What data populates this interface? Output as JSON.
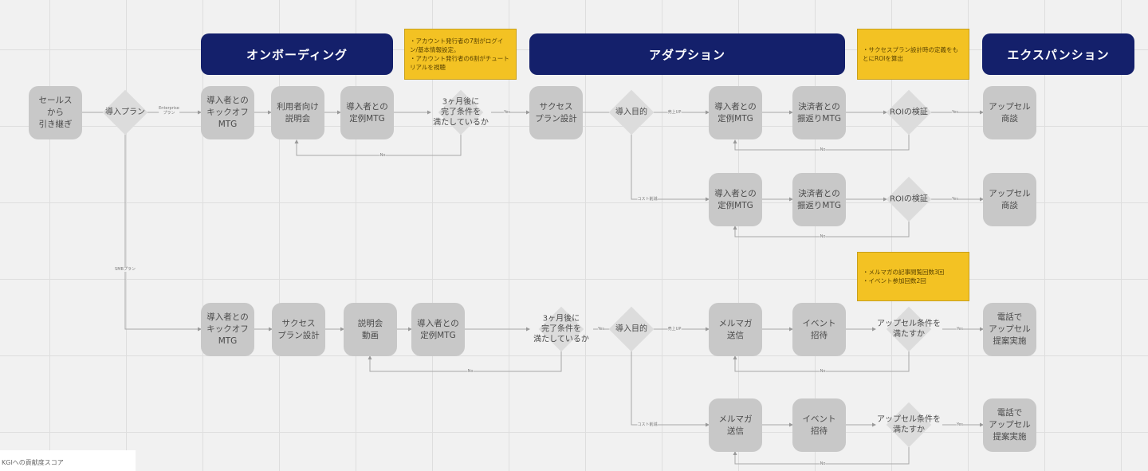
{
  "phases": [
    {
      "id": "onboarding",
      "label": "オンボーディング"
    },
    {
      "id": "adoption",
      "label": "アダプション"
    },
    {
      "id": "expansion",
      "label": "エクスパンション"
    }
  ],
  "notes": [
    {
      "id": "note1",
      "text": "・アカウント発行者の7割がログイン/基本情報設定。\n・アカウント発行者の6割がチュートリアルを視聴"
    },
    {
      "id": "note2",
      "text": "・サクセスプラン設計時の定義をもとにROIを算出"
    },
    {
      "id": "note3",
      "text": "・メルマガの記事閲覧回数3回\n・イベント参加回数2回"
    }
  ],
  "nodes": [
    {
      "id": "n_handover",
      "label": "セールス\nから\n引き継ぎ"
    },
    {
      "id": "d_plan",
      "label": "導入プラン",
      "type": "decision"
    },
    {
      "id": "n_r1_kickoff",
      "label": "導入者との\nキックオフ\nMTG"
    },
    {
      "id": "n_r1_briefing",
      "label": "利用者向け\n説明会"
    },
    {
      "id": "n_r1_regular",
      "label": "導入者との\n定例MTG"
    },
    {
      "id": "d_r1_3month",
      "label": "3ヶ月後に\n完了条件を\n満たしているか",
      "type": "decision"
    },
    {
      "id": "n_r1_successplan",
      "label": "サクセス\nプラン設計"
    },
    {
      "id": "d_r1_purpose",
      "label": "導入目的",
      "type": "decision"
    },
    {
      "id": "n_r1a_regular",
      "label": "導入者との\n定例MTG"
    },
    {
      "id": "n_r1a_review",
      "label": "決済者との\n振返りMTG"
    },
    {
      "id": "d_r1a_roi",
      "label": "ROIの検証",
      "type": "decision"
    },
    {
      "id": "n_r1a_upsell",
      "label": "アップセル\n商談"
    },
    {
      "id": "n_r2_regular",
      "label": "導入者との\n定例MTG"
    },
    {
      "id": "n_r2_review",
      "label": "決済者との\n振返りMTG"
    },
    {
      "id": "d_r2_roi",
      "label": "ROIの検証",
      "type": "decision"
    },
    {
      "id": "n_r2_upsell",
      "label": "アップセル\n商談"
    },
    {
      "id": "n_r3_kickoff",
      "label": "導入者との\nキックオフ\nMTG"
    },
    {
      "id": "n_r3_successplan",
      "label": "サクセス\nプラン設計"
    },
    {
      "id": "n_r3_video",
      "label": "説明会\n動画"
    },
    {
      "id": "n_r3_regular",
      "label": "導入者との\n定例MTG"
    },
    {
      "id": "d_r3_3month",
      "label": "3ヶ月後に\n完了条件を\n満たしているか",
      "type": "decision"
    },
    {
      "id": "d_r3_purpose",
      "label": "導入目的",
      "type": "decision"
    },
    {
      "id": "n_r3_mail",
      "label": "メルマガ\n送信"
    },
    {
      "id": "n_r3_event",
      "label": "イベント\n招待"
    },
    {
      "id": "d_r3_upsell",
      "label": "アップセル条件を\n満たすか",
      "type": "decision"
    },
    {
      "id": "n_r3_call",
      "label": "電話で\nアップセル\n提案実施"
    },
    {
      "id": "n_r4_mail",
      "label": "メルマガ\n送信"
    },
    {
      "id": "n_r4_event",
      "label": "イベント\n招待"
    },
    {
      "id": "d_r4_upsell",
      "label": "アップセル条件を\n満たすか",
      "type": "decision"
    },
    {
      "id": "n_r4_call",
      "label": "電話で\nアップセル\n提案実施"
    }
  ],
  "edge_labels": [
    {
      "id": "el_enterprise",
      "text": "Enterprise\nプラン"
    },
    {
      "id": "el_smb",
      "text": "SMBプラン"
    },
    {
      "id": "el_r1_yes",
      "text": "Yes"
    },
    {
      "id": "el_r1_no",
      "text": "No"
    },
    {
      "id": "el_r1_sales",
      "text": "売上UP"
    },
    {
      "id": "el_r1_cost",
      "text": "コスト削減"
    },
    {
      "id": "el_r1a_yes",
      "text": "Yes"
    },
    {
      "id": "el_r1a_no",
      "text": "No"
    },
    {
      "id": "el_r2_yes",
      "text": "Yes"
    },
    {
      "id": "el_r2_no",
      "text": "No"
    },
    {
      "id": "el_r3_yes",
      "text": "Yes"
    },
    {
      "id": "el_r3_no",
      "text": "No"
    },
    {
      "id": "el_r3_sales",
      "text": "売上UP"
    },
    {
      "id": "el_r3_cost",
      "text": "コスト削減"
    },
    {
      "id": "el_r3u_yes",
      "text": "Yes"
    },
    {
      "id": "el_r3u_no",
      "text": "No"
    },
    {
      "id": "el_r4u_yes",
      "text": "Yes"
    },
    {
      "id": "el_r4u_no",
      "text": "No"
    }
  ],
  "footer": {
    "label": "KGIへの貢献度スコア"
  }
}
